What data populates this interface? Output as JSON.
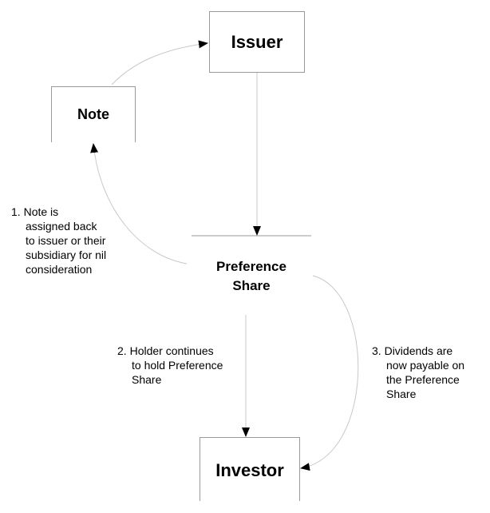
{
  "nodes": {
    "issuer": "Issuer",
    "note": "Note",
    "preference_share": [
      "Preference",
      "Share"
    ],
    "investor": "Investor"
  },
  "annotations": {
    "step1": {
      "number": "1.",
      "lines": [
        "Note is",
        "assigned back",
        "to issuer or their",
        "subsidiary for nil",
        "consideration"
      ]
    },
    "step2": {
      "number": "2.",
      "lines": [
        "Holder continues",
        "to hold Preference",
        "Share"
      ]
    },
    "step3": {
      "number": "3.",
      "lines": [
        "Dividends are",
        "now payable on",
        "the Preference",
        "Share"
      ]
    }
  },
  "colors": {
    "line": "#c8c8c8",
    "box_border": "#9a9a9a",
    "arrowhead": "#000000",
    "text": "#000000"
  }
}
